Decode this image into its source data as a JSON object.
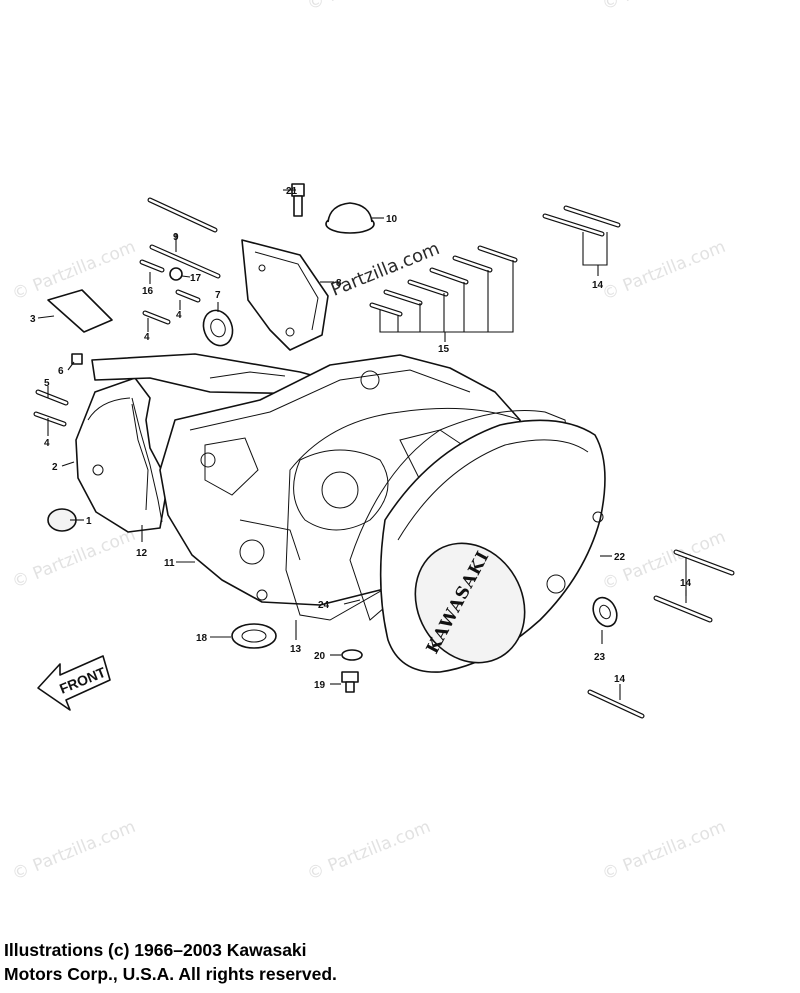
{
  "watermark": {
    "text": "© Partzilla.com",
    "center_text": "© Partzilla.com"
  },
  "callouts": [
    "1",
    "2",
    "3",
    "4",
    "4",
    "4",
    "5",
    "6",
    "7",
    "8",
    "9",
    "10",
    "11",
    "12",
    "13",
    "14",
    "14",
    "14",
    "15",
    "16",
    "17",
    "18",
    "19",
    "20",
    "21",
    "22",
    "23",
    "24"
  ],
  "front_label": "FRONT",
  "cover_brand": "KAWASAKI",
  "copyright": {
    "line1": "Illustrations (c) 1966–2003 Kawasaki",
    "line2": "Motors Corp., U.S.A.  All rights reserved."
  }
}
